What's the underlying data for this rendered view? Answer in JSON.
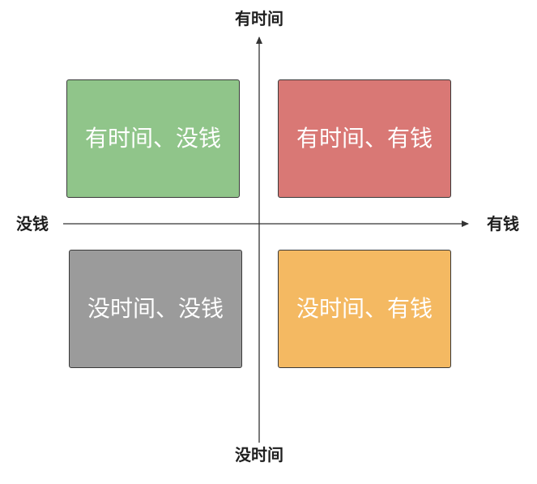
{
  "axes": {
    "top_label": "有时间",
    "bottom_label": "没时间",
    "left_label": "没钱",
    "right_label": "有钱"
  },
  "quadrants": {
    "top_left": {
      "label": "有时间、没钱",
      "color": "#90c58a"
    },
    "top_right": {
      "label": "有时间、有钱",
      "color": "#d97875"
    },
    "bottom_left": {
      "label": "没时间、没钱",
      "color": "#9b9b9b"
    },
    "bottom_right": {
      "label": "没时间、有钱",
      "color": "#f4b962"
    }
  },
  "colors": {
    "axis": "#333333"
  }
}
